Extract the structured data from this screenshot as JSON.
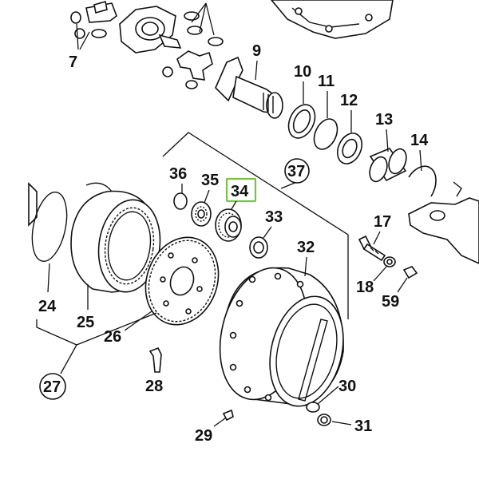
{
  "diagram": {
    "highlight_color": "#7cc242",
    "selected_part": "34",
    "part_numbers": {
      "p7": "7",
      "p9": "9",
      "p10": "10",
      "p11": "11",
      "p12": "12",
      "p13": "13",
      "p14": "14",
      "p17": "17",
      "p18": "18",
      "p59": "59",
      "p36": "36",
      "p35": "35",
      "p34": "34",
      "p33": "33",
      "p37": "37",
      "p32": "32",
      "p24": "24",
      "p25": "25",
      "p26": "26",
      "p27": "27",
      "p28": "28",
      "p29": "29",
      "p30": "30",
      "p31": "31"
    }
  }
}
